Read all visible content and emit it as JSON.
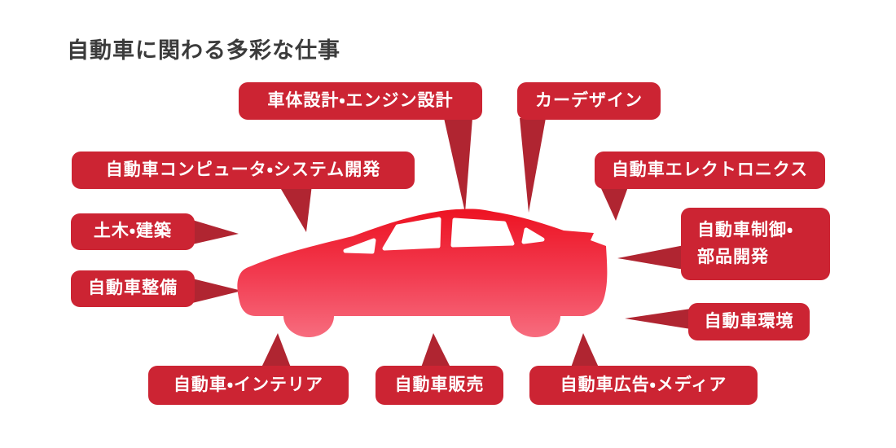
{
  "title": "自動車に関わる多彩な仕事",
  "diagram_type": "labeled-illustration",
  "illustration": "red-car-side-silhouette",
  "labels": [
    {
      "id": "body-engine-design",
      "text": "車体設計・エンジン設計"
    },
    {
      "id": "car-design",
      "text": "カーデザイン"
    },
    {
      "id": "computer-system-dev",
      "text": "自動車コンピュータ・システム開発"
    },
    {
      "id": "electronics",
      "text": "自動車エレクトロニクス"
    },
    {
      "id": "civil-architecture",
      "text": "土木・建築"
    },
    {
      "id": "control-parts-dev",
      "text": "自動車制御・部品開発",
      "lines": [
        "自動車制御・",
        "部品開発"
      ]
    },
    {
      "id": "maintenance",
      "text": "自動車整備"
    },
    {
      "id": "environment",
      "text": "自動車環境"
    },
    {
      "id": "interior",
      "text": "自動車・インテリア"
    },
    {
      "id": "sales",
      "text": "自動車販売"
    },
    {
      "id": "advertising-media",
      "text": "自動車広告・メディア"
    }
  ],
  "colors": {
    "background": "#ffffff",
    "title_text": "#3b3b3b",
    "label_background": "#cc2433",
    "label_text": "#ffffff",
    "pointer": "#b02531",
    "car_gradient_top": "#ed1322",
    "car_gradient_bottom": "#f76c7e",
    "window": "#ffffff"
  }
}
